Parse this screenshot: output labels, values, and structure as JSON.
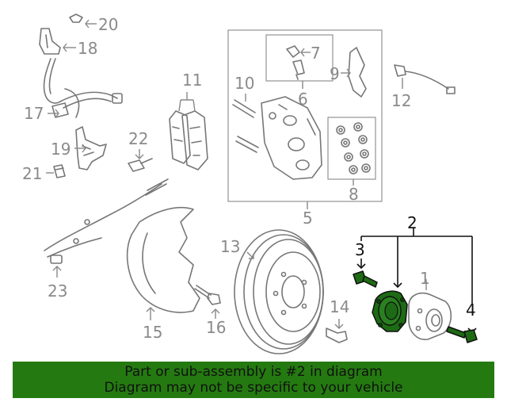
{
  "callouts": {
    "c1": "1",
    "c2": "2",
    "c3": "3",
    "c4": "4",
    "c5": "5",
    "c6": "6",
    "c7": "7",
    "c8": "8",
    "c9": "9",
    "c10": "10",
    "c11": "11",
    "c12": "12",
    "c13": "13",
    "c14": "14",
    "c15": "15",
    "c16": "16",
    "c17": "17",
    "c18": "18",
    "c19": "19",
    "c20": "20",
    "c21": "21",
    "c22": "22",
    "c23": "23"
  },
  "colors": {
    "highlight": "#1d6b14",
    "banner": "#247a10",
    "line": "#777777"
  },
  "banner": {
    "line1": "Part or sub-assembly is #2 in diagram",
    "line2": "Diagram may not be specific to your vehicle"
  }
}
